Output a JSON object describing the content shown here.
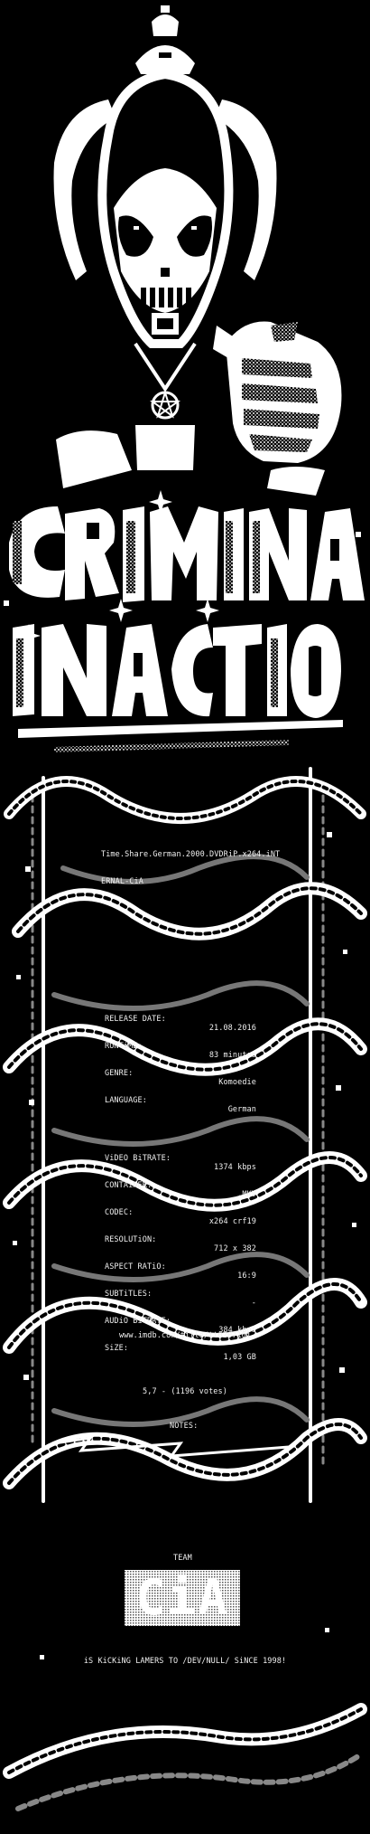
{
  "release": {
    "name_line1": "Time.Share.German.2000.DVDRiP.x264.iNT",
    "name_line2": "ERNAL-CiA"
  },
  "info": [
    {
      "label": "RELEASE DATE:",
      "value": "21.08.2016"
    },
    {
      "label": "RUNTiME:",
      "value": "83 minutes"
    },
    {
      "label": "GENRE:",
      "value": "Komoedie"
    },
    {
      "label": "LANGUAGE:",
      "value": "German"
    }
  ],
  "tech": [
    {
      "label": "ViDEO BiTRATE:",
      "value": "1374 kbps"
    },
    {
      "label": "CONTAiNER:",
      "value": ".MKV"
    },
    {
      "label": "CODEC:",
      "value": "x264 crf19"
    },
    {
      "label": "RESOLUTiON:",
      "value": "712 x 382"
    },
    {
      "label": "ASPECT RATiO:",
      "value": "16:9"
    },
    {
      "label": "SUBTiTLES:",
      "value": "-"
    },
    {
      "label": "AUDiO BiTRATE:",
      "value": "384 kbps"
    },
    {
      "label": "SiZE:",
      "value": "1,03 GB"
    }
  ],
  "imdb": {
    "url": "www.imdb.com/title/tt0207161",
    "rating": "5,7 - (1196 votes)"
  },
  "notes": {
    "label": "NOTES:"
  },
  "team": {
    "label": "TEAM",
    "logo": "CiA",
    "tagline": "iS KiCKiNG LAMERS TO /DEV/NULL/ SiNCE 1998!"
  },
  "colors": {
    "background": "#000000",
    "foreground": "#ffffff",
    "gray": "#9a9a9a"
  }
}
